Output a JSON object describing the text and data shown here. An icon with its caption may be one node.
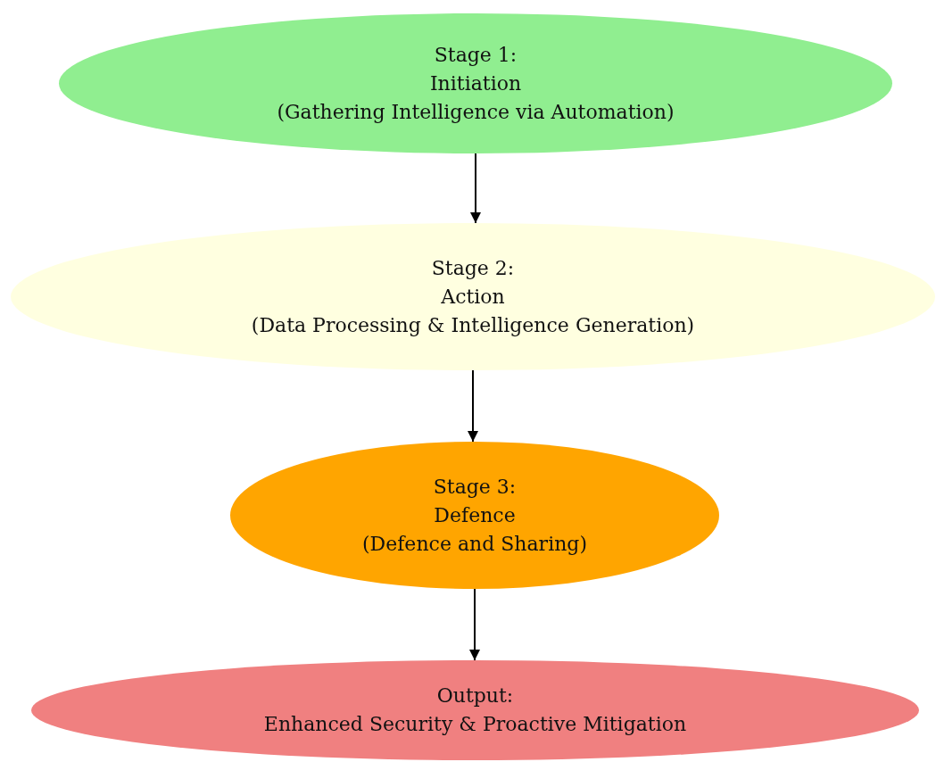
{
  "diagram": {
    "nodes": [
      {
        "text": [
          "Stage 1:",
          "Initiation",
          "(Gathering Intelligence via Automation)"
        ]
      },
      {
        "text": [
          "Stage 2:",
          "Action",
          "(Data Processing & Intelligence Generation)"
        ]
      },
      {
        "text": [
          "Stage 3:",
          "Defence",
          "(Defence and Sharing)"
        ]
      },
      {
        "text": [
          "Output:",
          "Enhanced Security & Proactive Mitigation"
        ]
      }
    ],
    "edges": [
      {
        "from": 0,
        "to": 1,
        "arrow": "to"
      },
      {
        "from": 1,
        "to": 2,
        "arrow": "to"
      },
      {
        "from": 2,
        "to": 3,
        "arrow": "to"
      }
    ]
  }
}
